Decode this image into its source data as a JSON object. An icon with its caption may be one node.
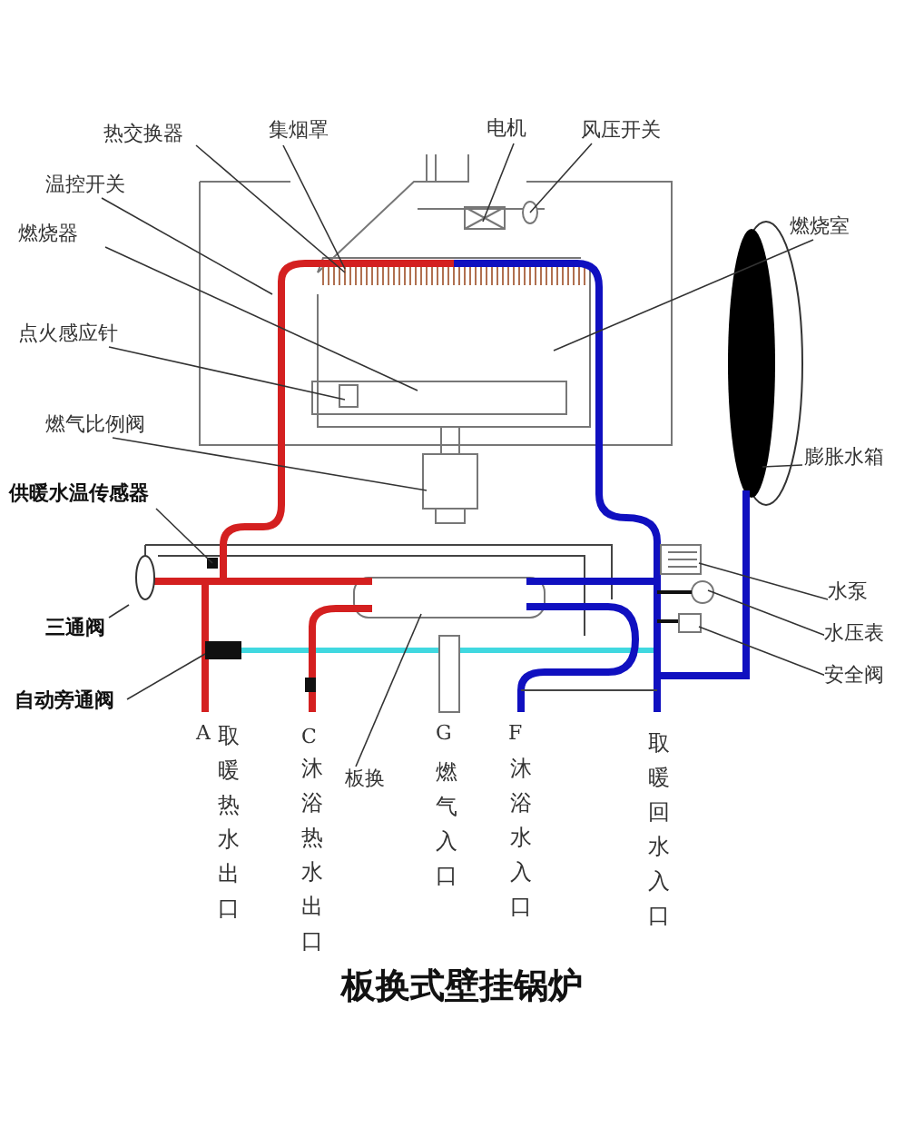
{
  "diagram": {
    "caption": "板换式壁挂锅炉",
    "nodes": [
      {
        "text": [
          "热交换器"
        ]
      },
      {
        "text": [
          "集烟罩"
        ]
      },
      {
        "text": [
          "电机"
        ]
      },
      {
        "text": [
          "风压开关"
        ]
      },
      {
        "text": [
          "温控开关"
        ]
      },
      {
        "text": [
          "燃烧器"
        ]
      },
      {
        "text": [
          "燃烧室"
        ]
      },
      {
        "text": [
          "点火感应针"
        ]
      },
      {
        "text": [
          "燃气比例阀"
        ]
      },
      {
        "text": [
          "膨胀水箱"
        ]
      },
      {
        "text": [
          "供暖水温传感器"
        ]
      },
      {
        "text": [
          "三通阀"
        ]
      },
      {
        "text": [
          "水泵"
        ]
      },
      {
        "text": [
          "水压表"
        ]
      },
      {
        "text": [
          "安全阀"
        ]
      },
      {
        "text": [
          "自动旁通阀"
        ]
      },
      {
        "text": [
          "板换"
        ]
      }
    ],
    "edges": [
      {
        "from": 0,
        "to": null,
        "arrow": "none"
      },
      {
        "from": 1,
        "to": null,
        "arrow": "none"
      },
      {
        "from": 2,
        "to": null,
        "arrow": "none"
      },
      {
        "from": 3,
        "to": null,
        "arrow": "none"
      },
      {
        "from": 4,
        "to": null,
        "arrow": "none"
      },
      {
        "from": 5,
        "to": null,
        "arrow": "none"
      },
      {
        "from": 6,
        "to": null,
        "arrow": "none"
      },
      {
        "from": 7,
        "to": null,
        "arrow": "none"
      },
      {
        "from": 8,
        "to": null,
        "arrow": "none"
      },
      {
        "from": 9,
        "to": null,
        "arrow": "none"
      },
      {
        "from": 10,
        "to": null,
        "arrow": "none"
      },
      {
        "from": 11,
        "to": null,
        "arrow": "none"
      },
      {
        "from": 12,
        "to": null,
        "arrow": "none"
      },
      {
        "from": 13,
        "to": null,
        "arrow": "none"
      },
      {
        "from": 14,
        "to": null,
        "arrow": "none"
      },
      {
        "from": 15,
        "to": null,
        "arrow": "none"
      },
      {
        "from": 16,
        "to": null,
        "arrow": "none"
      }
    ],
    "labels": [
      "A",
      "取暖热水出口",
      "C",
      "沐浴热水出口",
      "G",
      "燃气入口",
      "F",
      "沐浴水入口",
      "取暖回水入口"
    ]
  }
}
